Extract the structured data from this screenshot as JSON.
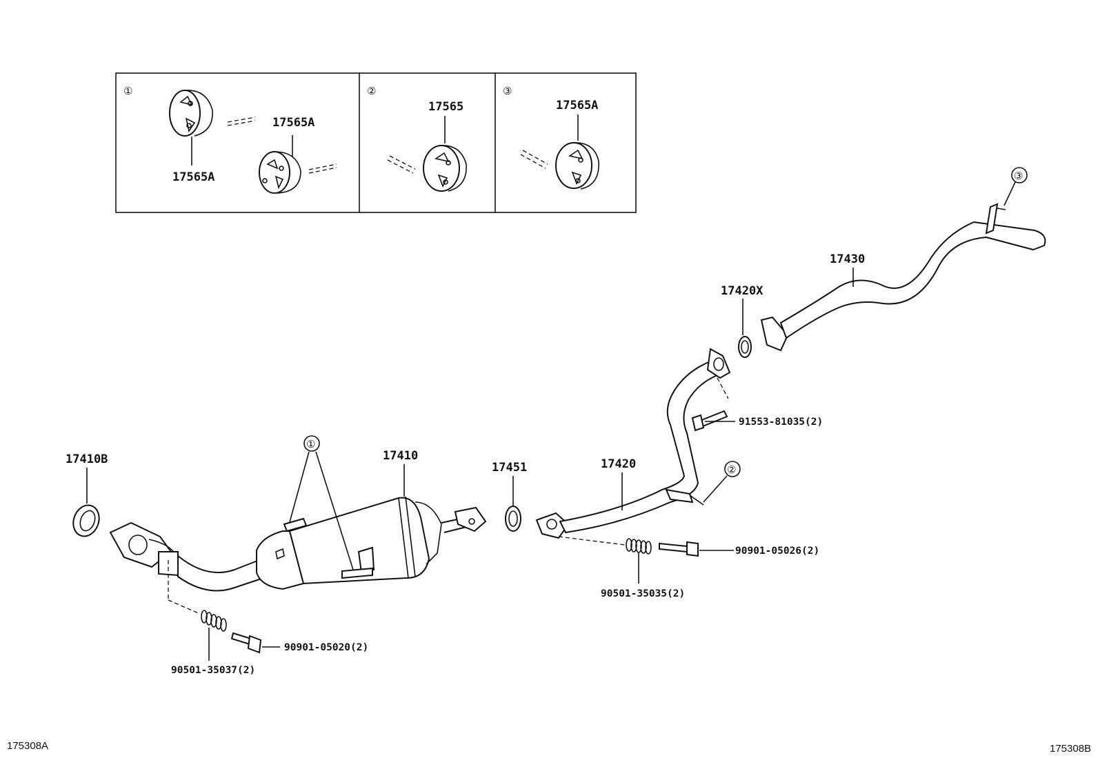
{
  "inset": {
    "panels": [
      {
        "ref": "①",
        "labels": [
          "17565A",
          "17565A"
        ]
      },
      {
        "ref": "②",
        "labels": [
          "17565"
        ]
      },
      {
        "ref": "③",
        "labels": [
          "17565A"
        ]
      }
    ]
  },
  "parts": {
    "p17410B": "17410B",
    "p17410": "17410",
    "p17451": "17451",
    "p17420": "17420",
    "p17420X": "17420X",
    "p17430": "17430",
    "b91553": "91553-81035(2)",
    "b90901_05026": "90901-05026(2)",
    "s90501_35035": "90501-35035(2)",
    "b90901_05020": "90901-05020(2)",
    "s90501_35037": "90501-35037(2)"
  },
  "refs": {
    "hanger1": "①",
    "hanger2": "②",
    "hanger3": "③"
  },
  "codes": {
    "left": "175308A",
    "right": "175308B"
  }
}
